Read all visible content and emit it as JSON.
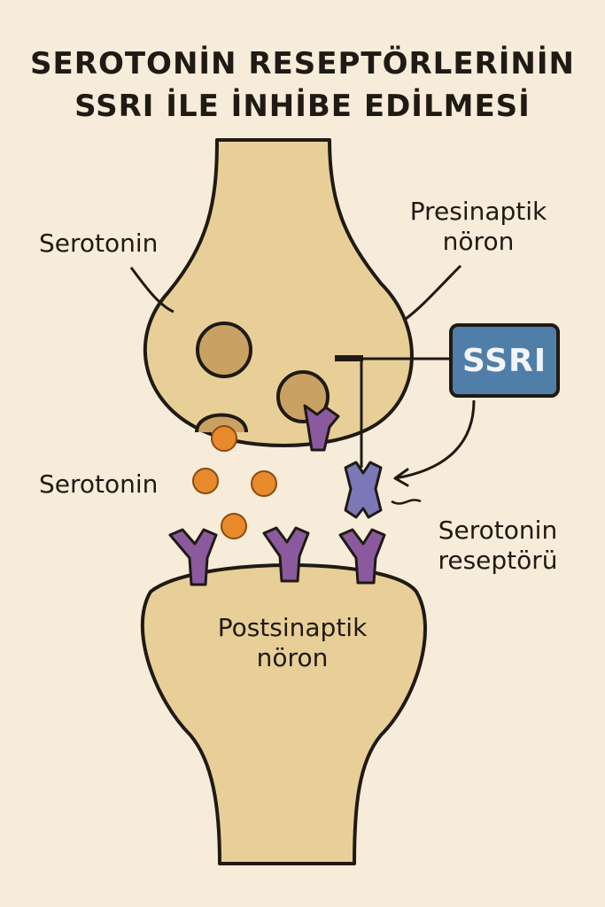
{
  "title": {
    "line1": "SEROTONİN RESEPTÖRLERİNİN",
    "line2": "SSRI İLE İNHİBE EDİLMESİ"
  },
  "labels": {
    "serotonin_top": "Serotonin",
    "presynaptic_line1": "Presinaptik",
    "presynaptic_line2": "nöron",
    "ssri": "SSRI",
    "serotonin_mid": "Serotonin",
    "receptor_line1": "Serotonin",
    "receptor_line2": "reseptörü",
    "postsynaptic_line1": "Postsinaptik",
    "postsynaptic_line2": "nöron"
  },
  "colors": {
    "background": "#f7ecd9",
    "neuron_fill": "#e8cf98",
    "neuron_outline": "#1f1a14",
    "vesicle_fill": "#c9a162",
    "serotonin_molecule": "#e88a2c",
    "receptor": "#8b5a9e",
    "blocked_receptor": "#7b78b8",
    "ssri_box": "#4f7fa8"
  }
}
